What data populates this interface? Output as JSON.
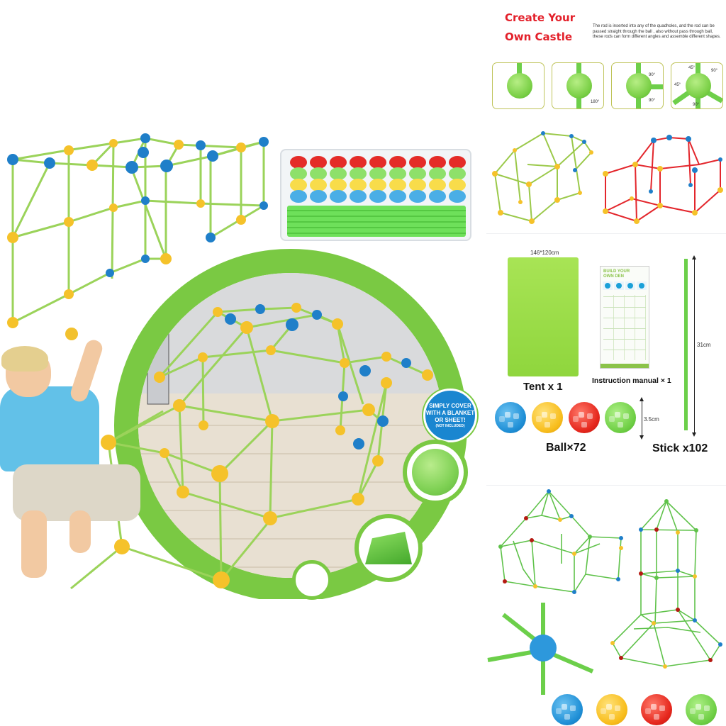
{
  "left_panel": {
    "callout": {
      "line1": "SIMPLY COVER",
      "line2": "WITH A BLANKET",
      "line3": "OR SHEET!",
      "note": "(NOT INCLUDED)"
    },
    "tray_rows": [
      "red",
      "green",
      "yellow",
      "blue"
    ],
    "colors": {
      "frame_green": "#7ac943",
      "stick_green": "#9bd35a",
      "ball_yellow": "#f5c22a",
      "ball_blue": "#1f7fc9"
    }
  },
  "right_column": {
    "header": {
      "title_line1": "Create Your",
      "title_line2": "Own Castle",
      "title_color": "#e3202a",
      "description": "The rod is inserted into any of the quadholes, and the rod can be passed straight through the ball , also without pass through ball, these rods can form different angles and assemble different shapes."
    },
    "angle_steps": [
      {
        "label": "straight-through",
        "angles": []
      },
      {
        "label": "180-degree",
        "angles": [
          "180°"
        ]
      },
      {
        "label": "90-degree",
        "angles": [
          "90°",
          "90°"
        ]
      },
      {
        "label": "45-degree",
        "angles": [
          "45°",
          "45°",
          "90°",
          "90°"
        ]
      }
    ],
    "examples": {
      "structure_a_color": "#9bc94a",
      "structure_b_color": "#e3262c"
    },
    "contents": {
      "tent_size": "146*120cm",
      "tent_label": "Tent x 1",
      "manual_title_line1": "BUILD YOUR",
      "manual_title_line2": "OWN DEN",
      "manual_label": "Instruction manual × 1",
      "stick_length": "31cm",
      "ball_size": "3.5cm",
      "ball_label": "Ball×72",
      "stick_label": "Stick x102",
      "ball_colors": [
        "blue",
        "yellow",
        "red",
        "green"
      ]
    },
    "bottom": {
      "ball_colors": [
        "blue",
        "yellow",
        "red",
        "green"
      ]
    }
  }
}
